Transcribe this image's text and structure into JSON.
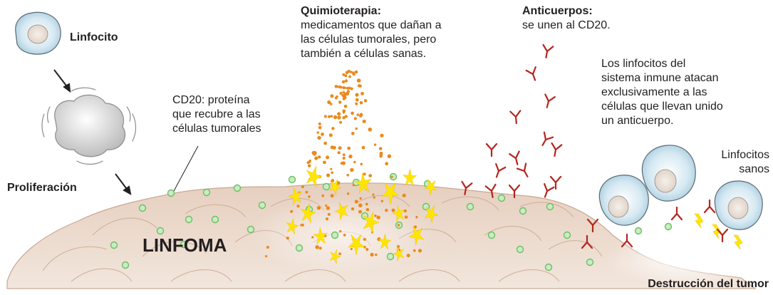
{
  "labels": {
    "linfocito": "Linfocito",
    "proliferacion": "Proliferación",
    "cd20": [
      "CD20: proteína",
      "que recubre a las",
      "células tumorales"
    ],
    "linfoma": "LINFOMA",
    "quimio_title": "Quimioterapia:",
    "quimio_body": [
      "medicamentos que dañan a",
      "las células tumorales, pero",
      "también a células sanas."
    ],
    "anticuerpos_title": "Anticuerpos:",
    "anticuerpos_body": "se unen al CD20.",
    "sistema": [
      "Los linfocitos del",
      "sistema inmune atacan",
      "exclusivamente a las",
      "células que llevan unido",
      "un anticuerpo."
    ],
    "linfocitos_sanos": [
      "Linfocitos",
      "sanos"
    ],
    "destruccion": "Destrucción del tumor"
  },
  "colors": {
    "tumor": "#e8d2c3",
    "tumor_edge": "#c9a896",
    "cd20_fill": "#c9ecc2",
    "cd20_edge": "#6cbf64",
    "drug": "#ea8a1c",
    "antibody": "#b3261e",
    "spark": "#ffe600",
    "lymph_fill": "#d6e9f2",
    "lymph_nucleus": "#efe6dc"
  },
  "icons": [
    "lymphocyte-icon",
    "proliferating-cell-icon",
    "arrow-icon",
    "antibody-icon",
    "cd20-marker-icon",
    "spark-icon"
  ]
}
